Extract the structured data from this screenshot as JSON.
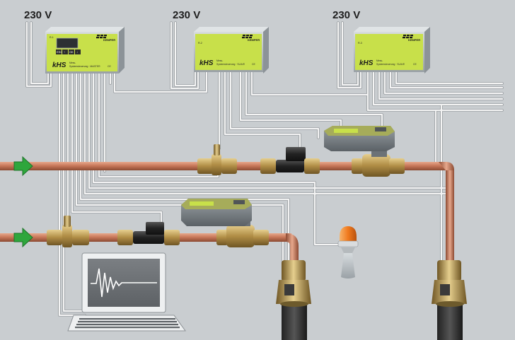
{
  "supply_labels": [
    "230 V",
    "230 V",
    "230 V"
  ],
  "controllers": [
    {
      "id": "R-1",
      "logo": "KEMPER",
      "brand": "kHS",
      "series": "Mess-",
      "subtitle": "Systemsteuerung · MASTER",
      "ce": "CE",
      "display": true,
      "keys": [
        "ESC",
        "↑",
        "OK",
        "↓"
      ]
    },
    {
      "id": "R-2",
      "logo": "KEMPER",
      "brand": "kHS",
      "series": "Mess-",
      "subtitle": "Systemsteuerung · SLAVE",
      "ce": "CE",
      "display": false,
      "keys": []
    },
    {
      "id": "R-3",
      "logo": "KEMPER",
      "brand": "kHS",
      "series": "Mess-",
      "subtitle": "Systemsteuerung · SLAVE",
      "ce": "CE",
      "display": false,
      "keys": []
    }
  ],
  "colors": {
    "background": "#c9cdd0",
    "controller_green": "#c8e04a",
    "controller_shell": "#c2c8cc",
    "copper": "#c8785a",
    "flow_arrow": "#2ea63c",
    "cable": "#f2f2f2",
    "beacon": "#f07a1e"
  },
  "laptop": {
    "signal": "decaying-oscillation"
  }
}
